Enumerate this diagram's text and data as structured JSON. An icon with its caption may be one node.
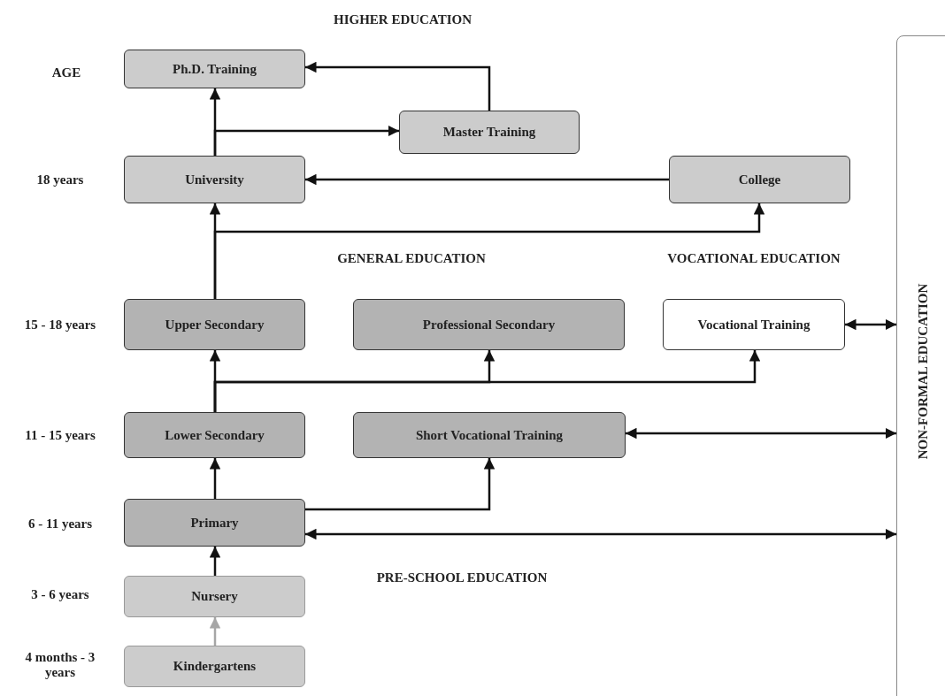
{
  "diagram": {
    "nodes": [
      {
        "text": [
          "Ph.D. Training"
        ]
      },
      {
        "text": [
          "Master Training"
        ]
      },
      {
        "text": [
          "University"
        ]
      },
      {
        "text": [
          "College"
        ]
      },
      {
        "text": [
          "Upper Secondary"
        ]
      },
      {
        "text": [
          "Professional Secondary"
        ]
      },
      {
        "text": [
          "Vocational Training"
        ]
      },
      {
        "text": [
          "Lower Secondary"
        ]
      },
      {
        "text": [
          "Short Vocational Training"
        ]
      },
      {
        "text": [
          "Primary"
        ]
      },
      {
        "text": [
          "Nursery"
        ]
      },
      {
        "text": [
          "Kindergartens"
        ]
      },
      {
        "text": [
          "NON-FORMAL EDUCATION"
        ]
      }
    ],
    "edges": [
      {
        "from": 2,
        "to": 0,
        "arrow": "to"
      },
      {
        "from": 2,
        "to": 1,
        "arrow": "to"
      },
      {
        "from": 1,
        "to": 0,
        "arrow": "to"
      },
      {
        "from": 3,
        "to": 2,
        "arrow": "to"
      },
      {
        "from": 4,
        "to": 2,
        "arrow": "to"
      },
      {
        "from": 4,
        "to": 3,
        "arrow": "to"
      },
      {
        "from": 7,
        "to": 4,
        "arrow": "to"
      },
      {
        "from": 7,
        "to": 5,
        "arrow": "to"
      },
      {
        "from": 7,
        "to": 6,
        "arrow": "to"
      },
      {
        "from": 6,
        "to": 12,
        "arrow": "both"
      },
      {
        "from": 8,
        "to": 12,
        "arrow": "both"
      },
      {
        "from": 9,
        "to": 7,
        "arrow": "to"
      },
      {
        "from": 9,
        "to": 8,
        "arrow": "to"
      },
      {
        "from": 9,
        "to": 12,
        "arrow": "both"
      },
      {
        "from": 10,
        "to": 9,
        "arrow": "to"
      },
      {
        "from": 11,
        "to": 10,
        "arrow": "to",
        "color": "#a6a6a6"
      }
    ],
    "labels": [
      "HIGHER EDUCATION",
      "AGE",
      "18 years",
      "GENERAL EDUCATION",
      "VOCATIONAL EDUCATION",
      "15 - 18 years",
      "11 - 15 years",
      "6 - 11 years",
      "PRE-SCHOOL EDUCATION",
      "3 - 6 years",
      "4 months - 3 years"
    ]
  }
}
